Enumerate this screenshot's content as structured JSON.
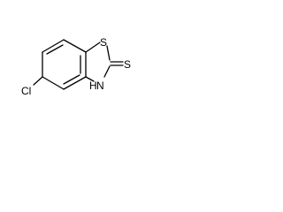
{
  "structure": {
    "atoms": {
      "sulfur_ring": "S",
      "sulfur_thione": "S",
      "chlorine": "Cl",
      "nitrogen": "N",
      "hydrogen": "H"
    }
  }
}
